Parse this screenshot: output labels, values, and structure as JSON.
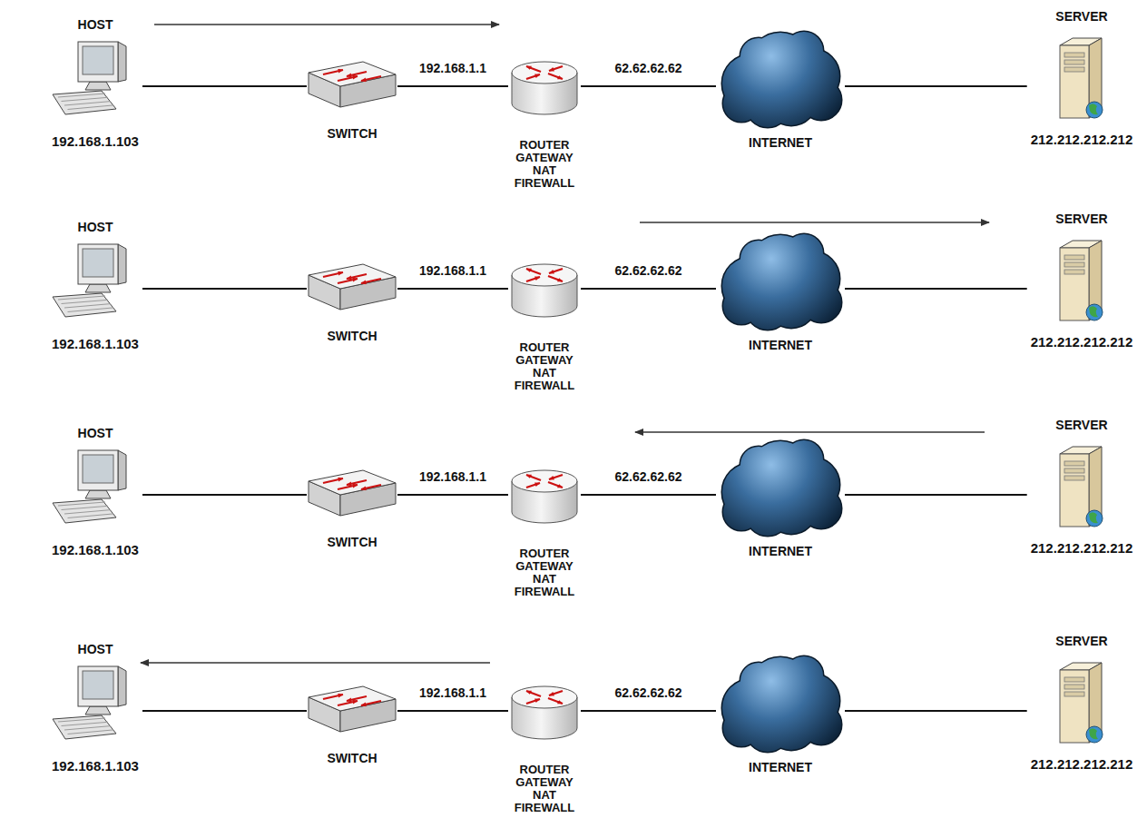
{
  "diagram": {
    "nodes": [
      {
        "text": [
          "HOST",
          "192.168.1.103"
        ]
      },
      {
        "text": [
          "SWITCH"
        ]
      },
      {
        "text": [
          "ROUTER GATEWAY NAT FIREWALL"
        ]
      },
      {
        "text": [
          "INTERNET"
        ]
      },
      {
        "text": [
          "SERVER",
          "212.212.212.212"
        ]
      },
      {
        "text": [
          "HOST",
          "192.168.1.103"
        ]
      },
      {
        "text": [
          "SWITCH"
        ]
      },
      {
        "text": [
          "ROUTER GATEWAY NAT FIREWALL"
        ]
      },
      {
        "text": [
          "INTERNET"
        ]
      },
      {
        "text": [
          "SERVER",
          "212.212.212.212"
        ]
      },
      {
        "text": [
          "HOST",
          "192.168.1.103"
        ]
      },
      {
        "text": [
          "SWITCH"
        ]
      },
      {
        "text": [
          "ROUTER GATEWAY NAT FIREWALL"
        ]
      },
      {
        "text": [
          "INTERNET"
        ]
      },
      {
        "text": [
          "SERVER",
          "212.212.212.212"
        ]
      },
      {
        "text": [
          "HOST",
          "192.168.1.103"
        ]
      },
      {
        "text": [
          "SWITCH"
        ]
      },
      {
        "text": [
          "ROUTER GATEWAY NAT FIREWALL"
        ]
      },
      {
        "text": [
          "INTERNET"
        ]
      },
      {
        "text": [
          "SERVER",
          "212.212.212.212"
        ]
      }
    ],
    "edges": [
      {
        "from": 0,
        "to": 1,
        "arrow": "none"
      },
      {
        "from": 1,
        "to": 2,
        "label": "192.168.1.1",
        "arrow": "none"
      },
      {
        "from": 2,
        "to": 3,
        "label": "62.62.62.62",
        "arrow": "none"
      },
      {
        "from": 3,
        "to": 4,
        "arrow": "none"
      },
      {
        "from": 5,
        "to": 6,
        "arrow": "none"
      },
      {
        "from": 6,
        "to": 7,
        "label": "192.168.1.1",
        "arrow": "none"
      },
      {
        "from": 7,
        "to": 8,
        "label": "62.62.62.62",
        "arrow": "none"
      },
      {
        "from": 8,
        "to": 9,
        "arrow": "none"
      },
      {
        "from": 10,
        "to": 11,
        "arrow": "none"
      },
      {
        "from": 11,
        "to": 12,
        "label": "192.168.1.1",
        "arrow": "none"
      },
      {
        "from": 12,
        "to": 13,
        "label": "62.62.62.62",
        "arrow": "none"
      },
      {
        "from": 13,
        "to": 14,
        "arrow": "none"
      },
      {
        "from": 15,
        "to": 16,
        "arrow": "none"
      },
      {
        "from": 16,
        "to": 17,
        "label": "192.168.1.1",
        "arrow": "none"
      },
      {
        "from": 17,
        "to": 18,
        "label": "62.62.62.62",
        "arrow": "none"
      },
      {
        "from": 18,
        "to": 19,
        "arrow": "none"
      }
    ]
  }
}
